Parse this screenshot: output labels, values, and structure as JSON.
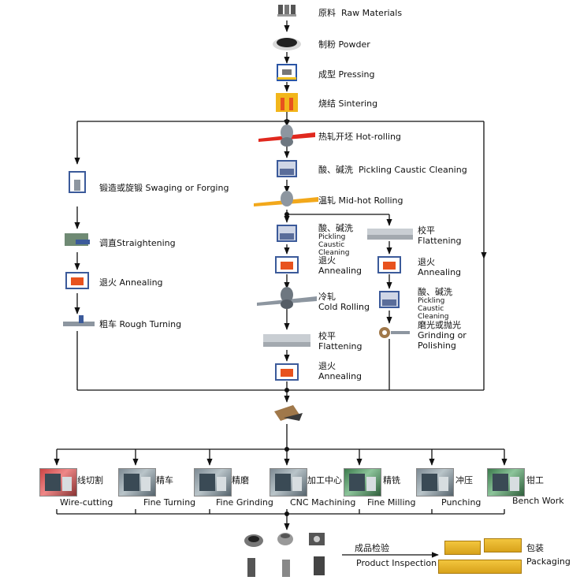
{
  "steps": {
    "raw_materials": {
      "zh": "原料",
      "en": "Raw Materials"
    },
    "powder": {
      "zh": "制粉",
      "en": "Powder"
    },
    "pressing": {
      "zh": "成型",
      "en": "Pressing"
    },
    "sintering": {
      "zh": "烧结",
      "en": "Sintering"
    },
    "hot_rolling": {
      "zh": "热轧开坯",
      "en": "Hot-rolling"
    },
    "pickling1": {
      "zh": "酸、碱洗",
      "en": "Pickling Caustic Cleaning"
    },
    "mid_hot": {
      "zh": "温轧",
      "en": "Mid-hot Rolling"
    },
    "swaging": {
      "zh": "锻造或旋锻",
      "en": "Swaging or Forging"
    },
    "straightening": {
      "zh": "调直",
      "en": "Straightening"
    },
    "annealing_left": {
      "zh": "退火",
      "en": "Annealing"
    },
    "rough_turning": {
      "zh": "粗车",
      "en": "Rough Turning"
    },
    "pickling2": {
      "zh": "酸、碱洗",
      "en": "Pickling Caustic Cleaning"
    },
    "annealing_mid1": {
      "zh": "退火",
      "en": "Annealing"
    },
    "cold_rolling": {
      "zh": "冷轧",
      "en": "Cold Rolling"
    },
    "flattening_mid": {
      "zh": "校平",
      "en": "Flattening"
    },
    "annealing_mid2": {
      "zh": "退火",
      "en": "Annealing"
    },
    "flattening_right": {
      "zh": "校平",
      "en": "Flattening"
    },
    "annealing_right": {
      "zh": "退火",
      "en": "Annealing"
    },
    "pickling3": {
      "zh": "酸、碱洗",
      "en": "Pickling Caustic Cleaning"
    },
    "grinding": {
      "zh": "磨光或抛光",
      "en": "Grinding or Polishing"
    }
  },
  "machining": [
    {
      "zh": "线切割",
      "en": "Wire-cutting"
    },
    {
      "zh": "精车",
      "en": "Fine Turning"
    },
    {
      "zh": "精磨",
      "en": "Fine Grinding"
    },
    {
      "zh": "加工中心",
      "en": "CNC Machining"
    },
    {
      "zh": "精铣",
      "en": "Fine Milling"
    },
    {
      "zh": "冲压",
      "en": "Punching"
    },
    {
      "zh": "钳工",
      "en": "Bench Work"
    }
  ],
  "final": {
    "inspection": {
      "zh": "成品检验",
      "en": "Product Inspection"
    },
    "packaging": {
      "zh": "包装",
      "en": "Packaging"
    }
  },
  "colors": {
    "line": "#111111",
    "heat": "#e8521e",
    "steel": "#8d96a0",
    "furnace": "#3b5a9a",
    "gold": "#f2c53d"
  },
  "icons": [
    "raw-materials-icon",
    "powder-icon",
    "press-icon",
    "furnace-icon",
    "roller-icon",
    "tank-icon",
    "machine-photo",
    "parts-photo",
    "box-icon"
  ]
}
